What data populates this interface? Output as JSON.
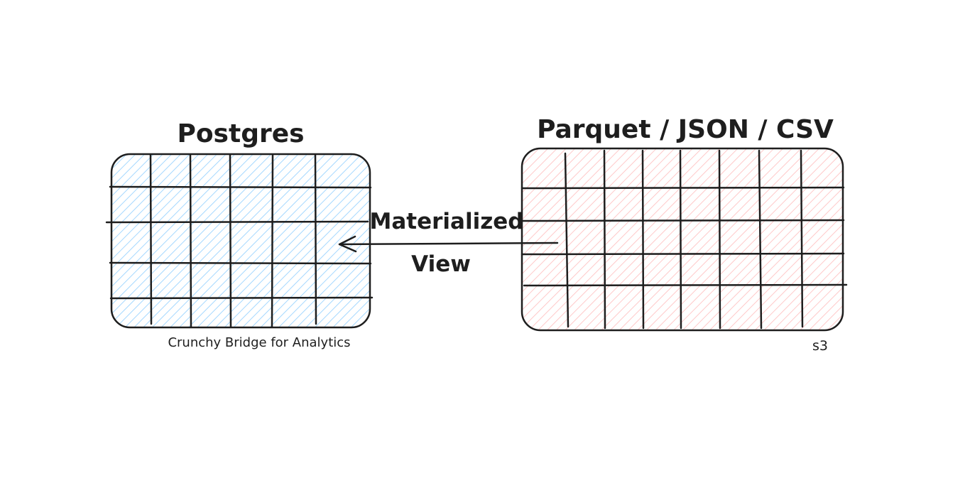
{
  "postgres": {
    "title": "Postgres",
    "caption": "Crunchy Bridge for Analytics",
    "fill_color": "#a5d8ff"
  },
  "files": {
    "title": "Parquet / JSON / CSV",
    "caption": "s3",
    "fill_color": "#ffc9c9"
  },
  "connector": {
    "label_line1": "Materialized",
    "label_line2": "View",
    "direction": "files-to-postgres"
  },
  "stroke_color": "#1e1e1e"
}
